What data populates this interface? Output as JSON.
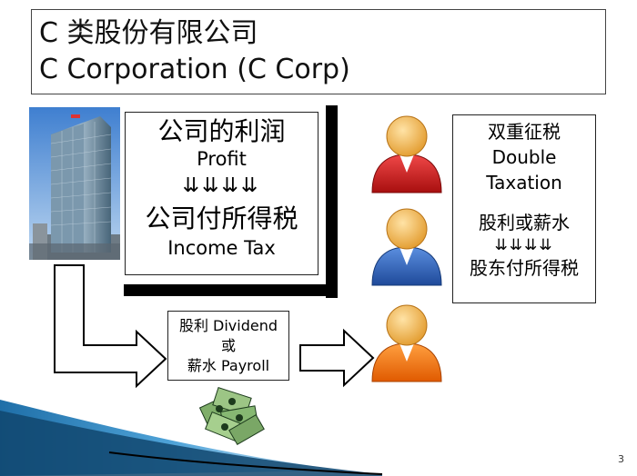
{
  "title": {
    "line1": "C 类股份有限公司",
    "line2": "C Corporation (C Corp)"
  },
  "profit_box": {
    "profit_cn": "公司的利润",
    "profit_en": "Profit",
    "arrows": "⇊⇊⇊⇊",
    "tax_cn": "公司付所得税",
    "tax_en": "Income Tax"
  },
  "double_tax_box": {
    "title_cn": "双重征税",
    "title_en_1": "Double",
    "title_en_2": "Taxation",
    "dividend_cn": "股利或薪水",
    "arrows": "⇊⇊⇊⇊",
    "shareholder_tax_cn": "股东付所得税"
  },
  "dividend_box": {
    "line1": "股利 Dividend",
    "line2": "或",
    "line3": "薪水 Payroll"
  },
  "people": [
    {
      "color": "#c81818"
    },
    {
      "color": "#2d5fb8"
    },
    {
      "color": "#f07a10"
    }
  ],
  "page_number": "3"
}
